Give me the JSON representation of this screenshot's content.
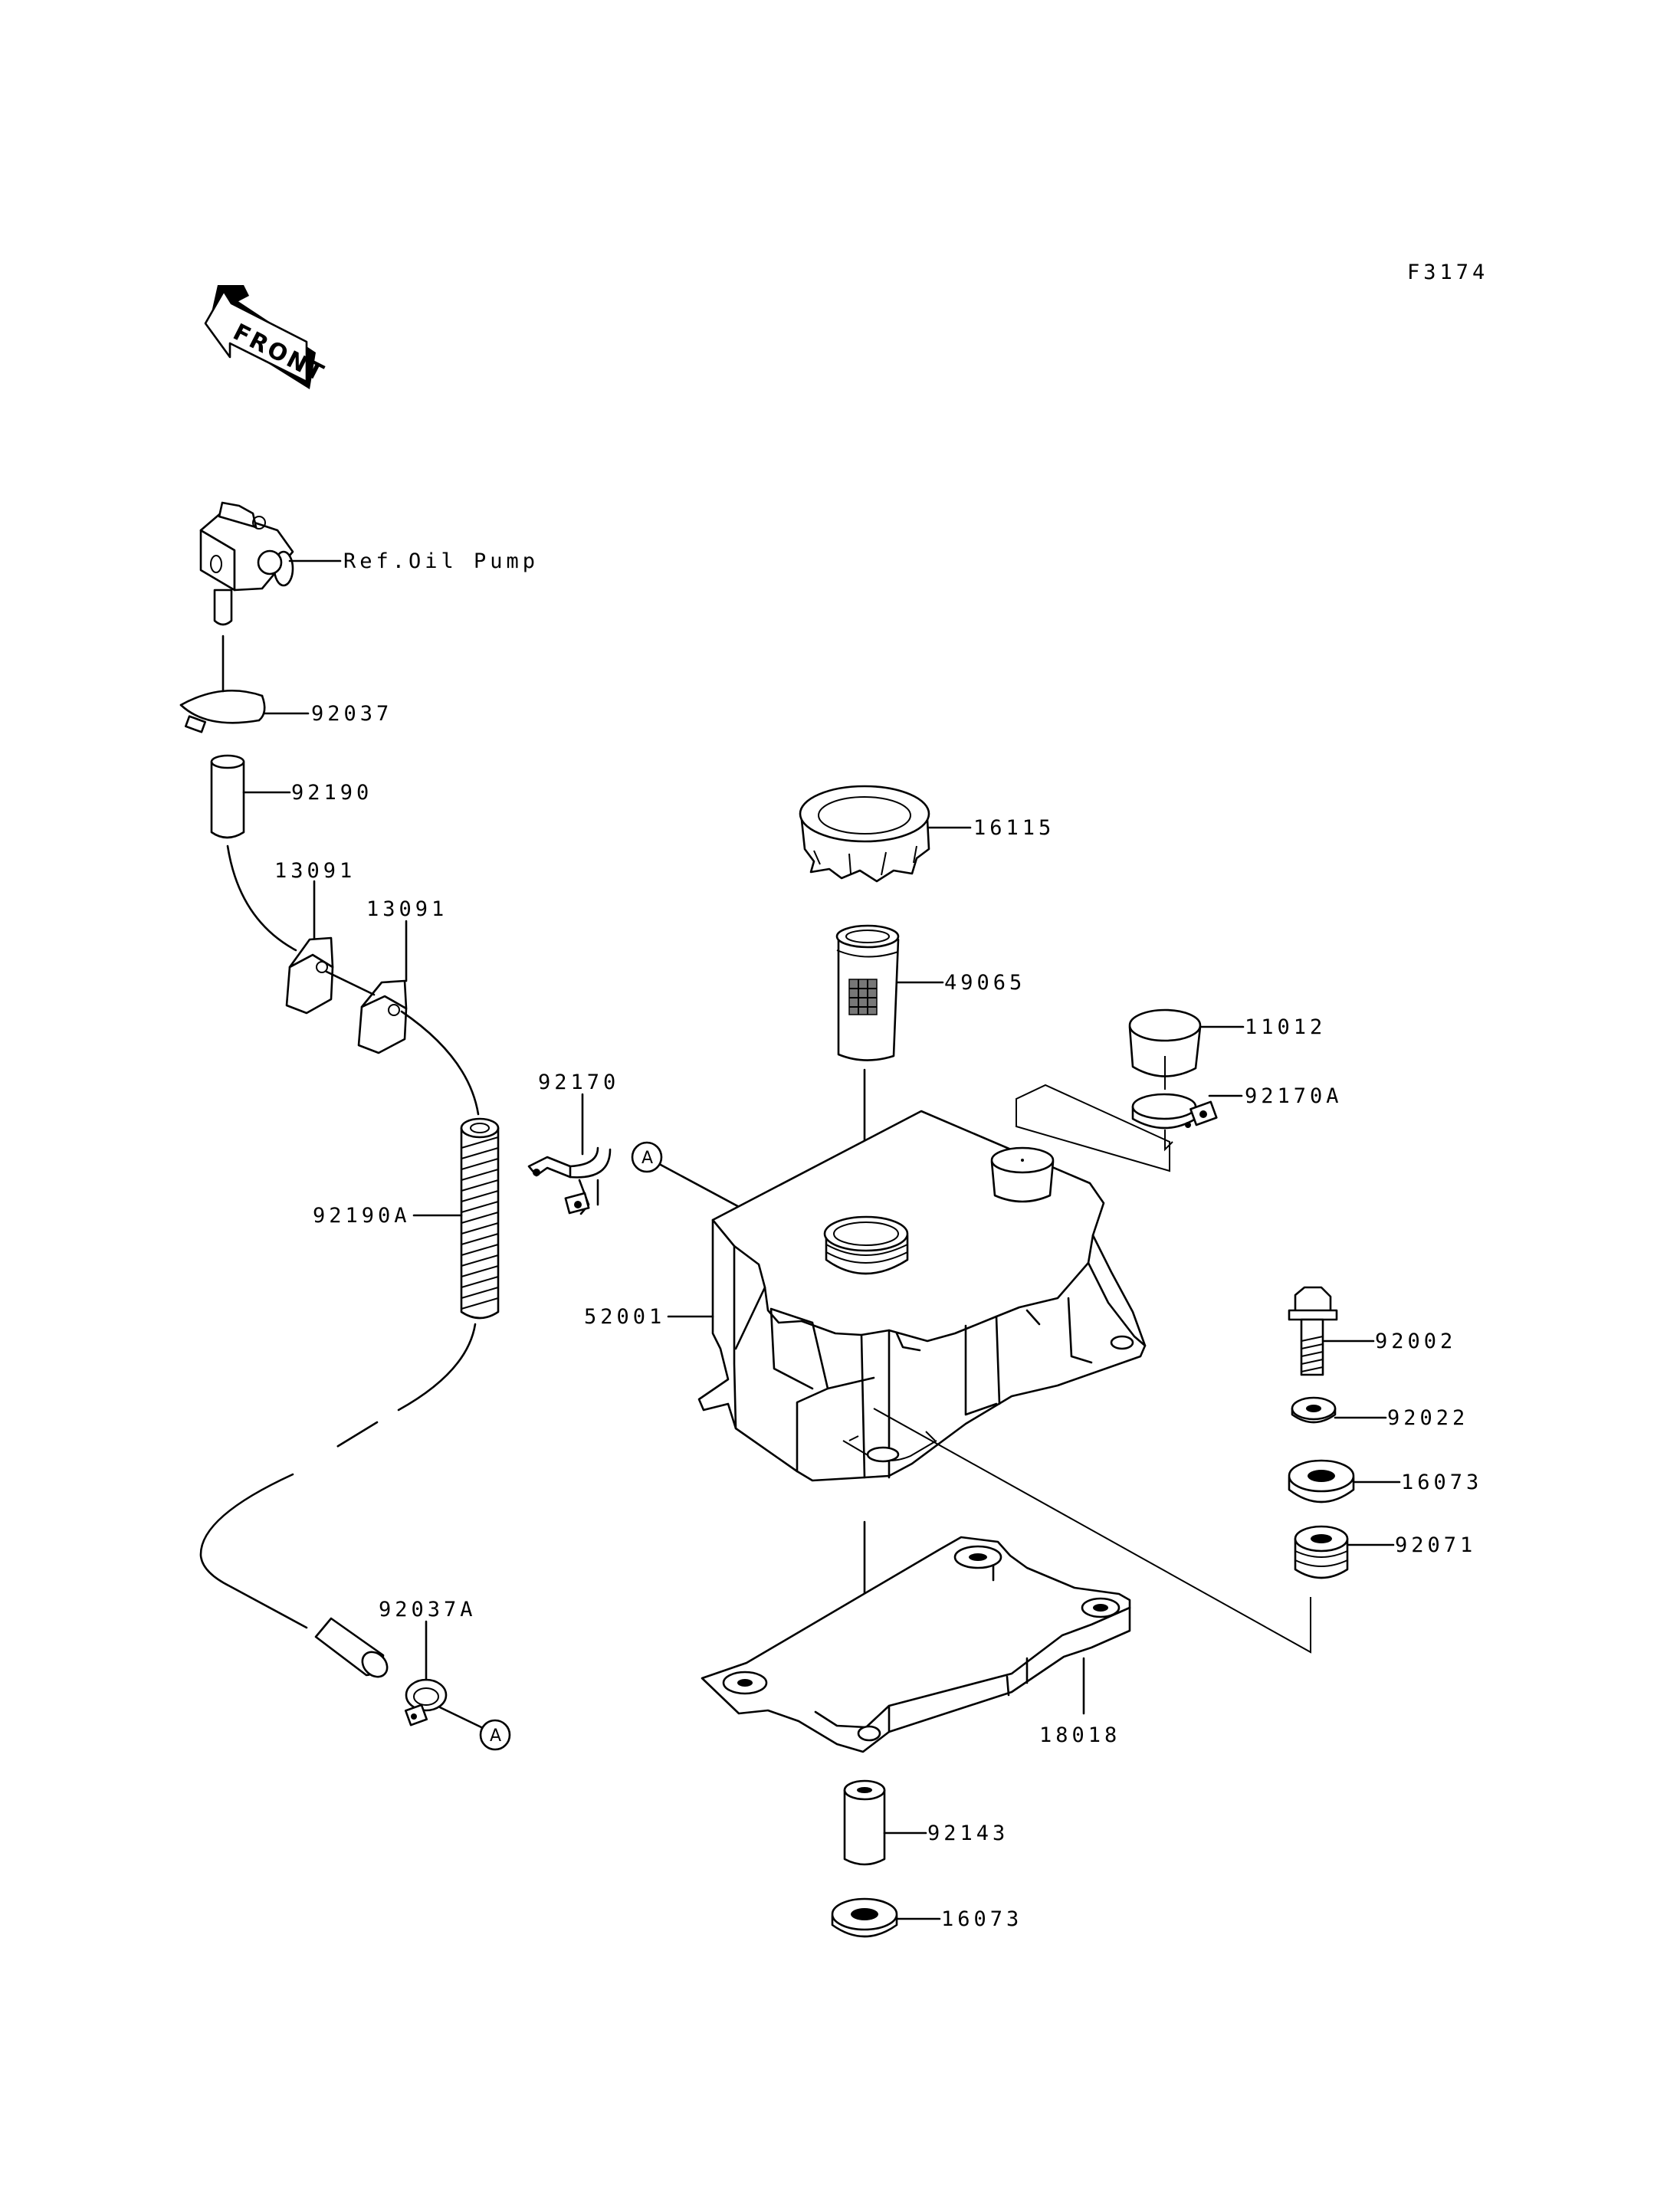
{
  "figure_code": "F3174",
  "front_label": "FRONT",
  "reference_marker": "A",
  "parts": {
    "ref_oil_pump": "Ref.Oil Pump",
    "p92037": "92037",
    "p92190": "92190",
    "p13091_a": "13091",
    "p13091_b": "13091",
    "p92170": "92170",
    "p92190a": "92190A",
    "p92037a": "92037A",
    "p16115": "16115",
    "p49065": "49065",
    "p11012": "11012",
    "p92170a": "92170A",
    "p52001": "52001",
    "p92002": "92002",
    "p92022": "92022",
    "p16073_a": "16073",
    "p92071": "92071",
    "p18018": "18018",
    "p92143": "92143",
    "p16073_b": "16073"
  }
}
